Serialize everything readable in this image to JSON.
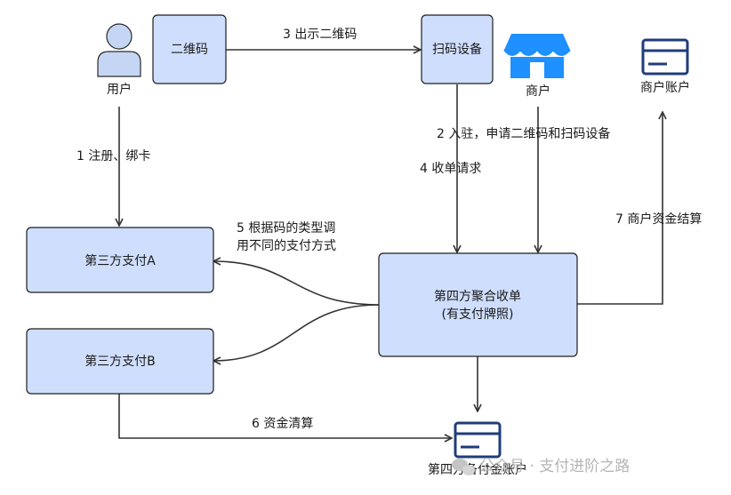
{
  "nodes": {
    "user": "用户",
    "qrcode": "二维码",
    "scanner": "扫码设备",
    "merchant": "商户",
    "merchant_account": "商户账户",
    "third_party_a": "第三方支付A",
    "third_party_b": "第三方支付B",
    "aggregator_line1": "第四方聚合收单",
    "aggregator_line2": "(有支付牌照)",
    "reserve_account": "第四方备付金账户"
  },
  "edges": {
    "e1": "1 注册、绑卡",
    "e2": "2 入驻，申请二维码和扫码设备",
    "e3": "3 出示二维码",
    "e4": "4 收单请求",
    "e5_line1": "5 根据码的类型调",
    "e5_line2": "用不同的支付方式",
    "e6": "6 资金清算",
    "e7": "7 商户资金结算"
  },
  "watermark": "公众号 · 支付进阶之路",
  "colors": {
    "box_fill": "#cfdefc",
    "icon_blue": "#1e90ff",
    "icon_navy": "#1f3d7a",
    "edge": "#333333"
  }
}
